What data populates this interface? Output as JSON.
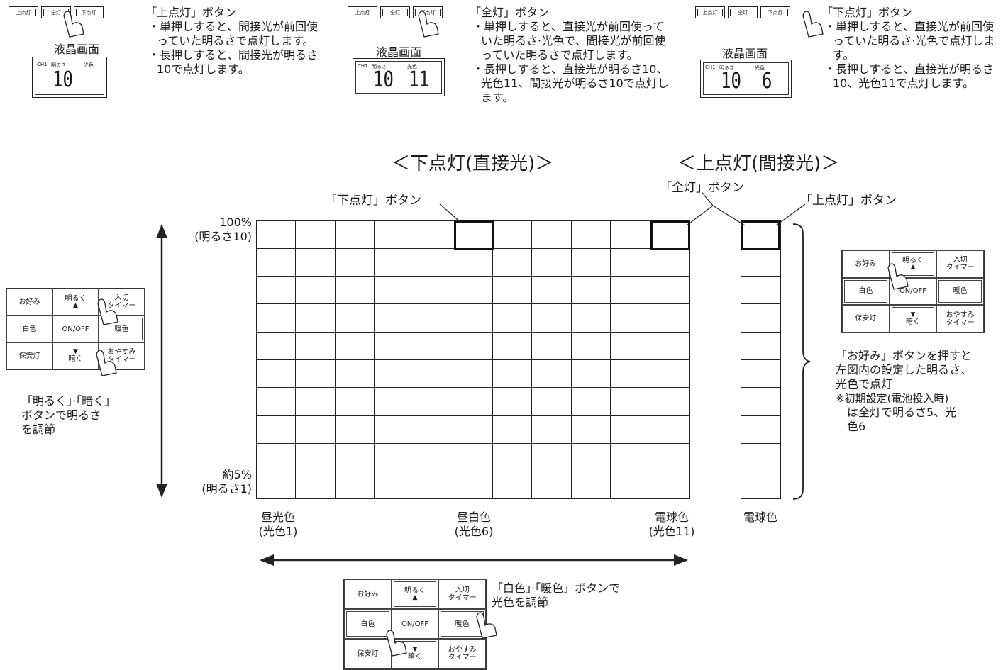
{
  "remote_strip": {
    "upper": "上点灯",
    "all": "全灯",
    "lower": "下点灯"
  },
  "lcd": {
    "label": "液晶画面",
    "ch": "CH1",
    "bright_label": "明るさ",
    "color_label": "光色",
    "panel1_bright": "10",
    "panel2_bright": "10",
    "panel2_color": "11",
    "panel3_bright": "10",
    "panel3_color": "6"
  },
  "panel1": {
    "title": "「上点灯」ボタン",
    "lines": [
      "・単押しすると、間接光が前回使っていた明るさで点灯します。",
      "・長押しすると、間接光が明るさ10で点灯します。"
    ]
  },
  "panel2": {
    "title": "「全灯」ボタン",
    "lines": [
      "・単押しすると、直接光が前回使っていた明るさ·光色で、間接光が前回使っていた明るさで点灯します。",
      "・長押しすると、直接光が明るさ10、光色11、間接光が明るさ10で点灯します。"
    ]
  },
  "panel3": {
    "title": "「下点灯」ボタン",
    "lines": [
      "・単押しすると、直接光が前回使っていた明るさ·光色で点灯します。",
      "・長押しすると、直接光が明るさ10、光色11で点灯します。"
    ]
  },
  "section": {
    "direct": "＜下点灯(直接光)＞",
    "indirect": "＜上点灯(間接光)＞"
  },
  "callouts": {
    "lower_btn": "「下点灯」ボタン",
    "all_btn": "「全灯」ボタン",
    "upper_btn": "「上点灯」ボタン"
  },
  "yaxis": {
    "top_pct": "100%",
    "top_level": "(明るさ10)",
    "bottom_pct": "約5%",
    "bottom_level": "(明るさ1)"
  },
  "xaxis": {
    "left_name": "昼光色",
    "left_level": "(光色1)",
    "mid_name": "昼白色",
    "mid_level": "(光色6)",
    "right_name": "電球色",
    "right_level": "(光色11)",
    "indirect_name": "電球色"
  },
  "pad": {
    "fav": "お好み",
    "bright": "明るく",
    "timer_on": "入切",
    "timer": "タイマー",
    "white": "白色",
    "onoff": "ON/OFF",
    "warm": "暖色",
    "night": "保安灯",
    "dark": "暗く",
    "sleep": "おやすみ",
    "sleep_timer": "タイマー"
  },
  "notes": {
    "left": [
      "「明るく」·「暗く」",
      "ボタンで明るさ",
      "を調節"
    ],
    "bottom": [
      "「白色」·「暖色」ボタンで",
      "光色を調節"
    ],
    "right": [
      "「お好み」ボタンを押すと",
      "左図内の設定した明るさ、",
      "光色で点灯",
      "※初期設定(電池投入時)",
      "　は全灯で明るさ5、光",
      "　色6"
    ]
  },
  "grid": {
    "color_steps": 11,
    "brightness_steps": 10,
    "indirect_steps": 10
  }
}
